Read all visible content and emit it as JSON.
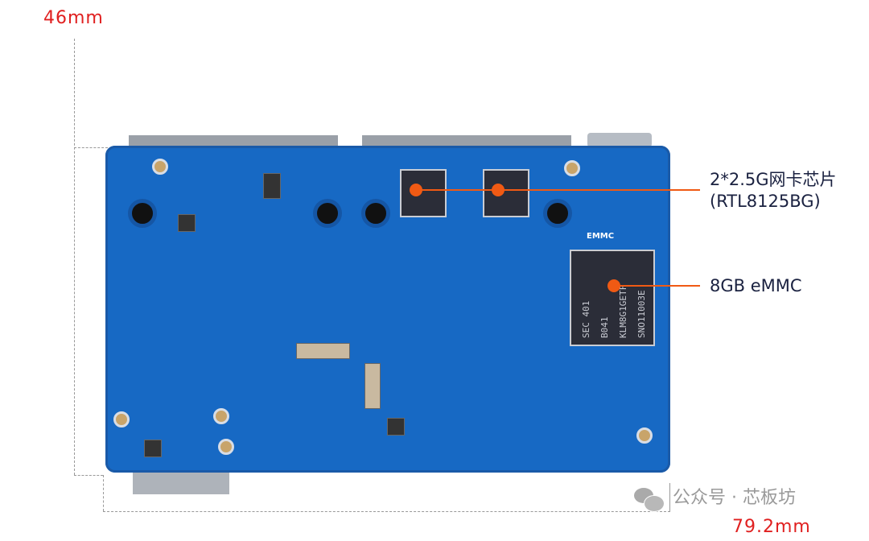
{
  "dimensions": {
    "height_label": "46mm",
    "width_label": "79.2mm"
  },
  "callouts": [
    {
      "line1": "2*2.5G网卡芯片",
      "line2": "(RTL8125BG)"
    },
    {
      "line1": "8GB eMMC"
    }
  ],
  "board": {
    "silkscreen_emmc": "EMMC",
    "emmc_chip_lines": [
      "SEC 401",
      "B041",
      "KLM8G1GETF",
      "SNO11003E"
    ]
  },
  "watermark": {
    "icon": "wechat-icon",
    "text": "公众号 · 芯板坊"
  },
  "colors": {
    "dimension": "#e02020",
    "callout": "#f05a14",
    "board": "#1769c4"
  }
}
